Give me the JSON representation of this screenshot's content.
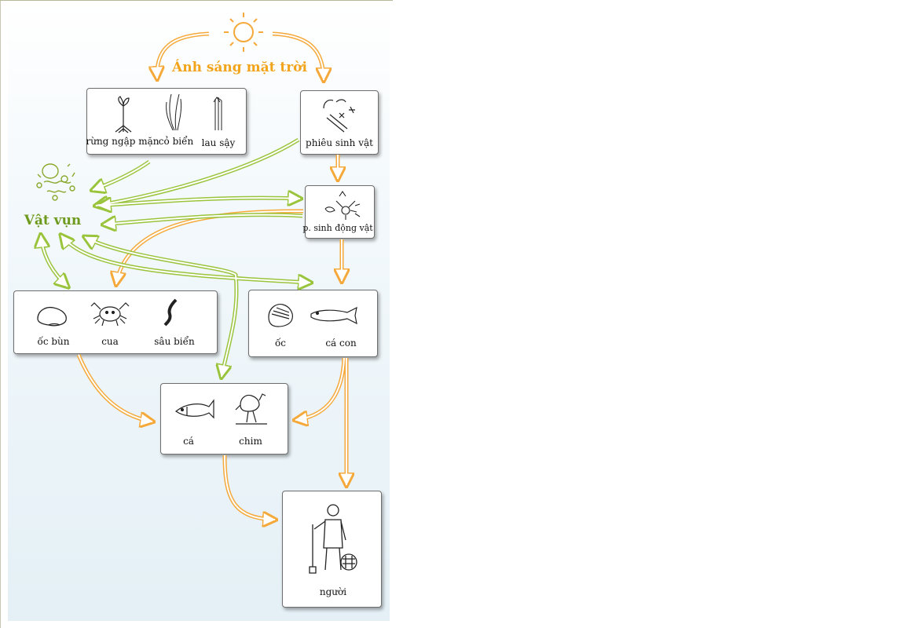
{
  "diagram": {
    "sun_label": "Ánh sáng mặt trời",
    "detritus_label": "Vật vụn",
    "producers": {
      "mangrove": "rừng ngập mặn",
      "seagrass": "cỏ biển",
      "reeds": "lau sậy"
    },
    "phytoplankton": "phiêu sinh vật",
    "zooplankton": "p. sinh động vật",
    "benthos": {
      "mud_snail": "ốc bùn",
      "crab": "cua",
      "sea_worm": "sâu biển"
    },
    "juveniles": {
      "snail": "ốc",
      "juvenile_fish": "cá con"
    },
    "predators": {
      "fish": "cá",
      "bird": "chim"
    },
    "human": "người",
    "colors": {
      "energy_arrow": "#f5a93a",
      "detritus_arrow": "#9ac43c",
      "sun": "#f5a93a",
      "detritus_text": "#6e9a1e"
    }
  }
}
